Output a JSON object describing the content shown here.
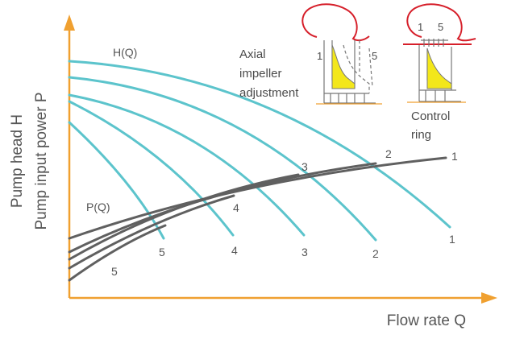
{
  "axes": {
    "y_title_1": "Pump head H",
    "y_title_2": "Pump input power P",
    "x_title": "Flow rate Q"
  },
  "curve_labels": {
    "head": "H(Q)",
    "power": "P(Q)"
  },
  "head_curves": [
    {
      "num": "1"
    },
    {
      "num": "2"
    },
    {
      "num": "3"
    },
    {
      "num": "4"
    },
    {
      "num": "5"
    }
  ],
  "power_curves": [
    {
      "num": "1"
    },
    {
      "num": "2"
    },
    {
      "num": "3"
    },
    {
      "num": "4"
    },
    {
      "num": "5"
    }
  ],
  "annotations": {
    "axial_1": "Axial",
    "axial_2": "impeller",
    "axial_3": "adjustment",
    "control_1": "Control",
    "control_2": "ring",
    "pos_start": "1",
    "pos_end": "5"
  },
  "colors": {
    "head_curve": "#5cc4cc",
    "power_curve": "#606060",
    "axis": "#f0a030",
    "volute": "#d61f2a",
    "impeller": "#f3e71a"
  }
}
